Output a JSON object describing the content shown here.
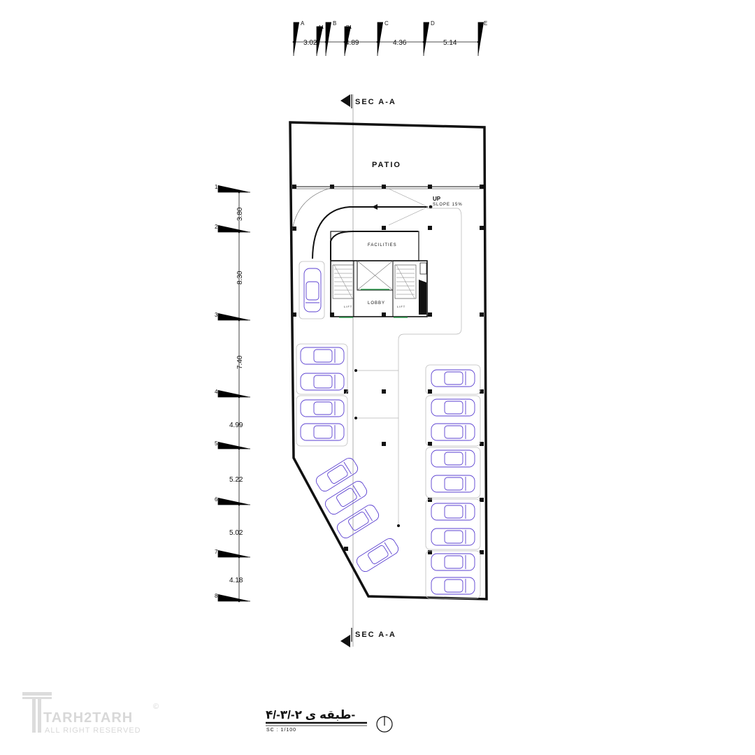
{
  "top_dimensions": {
    "grid_labels": [
      "A",
      "A1",
      "B",
      "B1",
      "C",
      "D",
      "E"
    ],
    "spans": [
      "3.02",
      "4.89",
      "4.36",
      "5.14"
    ]
  },
  "left_dimensions": {
    "grid_labels": [
      "1",
      "2",
      "3",
      "4",
      "5",
      "6",
      "7",
      "8"
    ],
    "spans": [
      "3.80",
      "8.30",
      "7.40",
      "4.99",
      "5.22",
      "5.02",
      "4.18"
    ]
  },
  "section_markers": {
    "top": "SEC A-A",
    "bottom": "SEC A-A"
  },
  "rooms": {
    "patio": "PATIO",
    "facilities": "FACILITIES",
    "lobby": "LOBBY",
    "lift_left": "LIFT",
    "lift_right": "LIFT"
  },
  "ramp": {
    "direction": "UP",
    "slope": "SLOPE 15%"
  },
  "parking": {
    "left_column_cars": 5,
    "left_angled_cars": 4,
    "right_column_cars": 9
  },
  "title_block": {
    "title": "طبقه ی ۲-/۳-/۴-",
    "scale": "SC : 1/100"
  },
  "watermark": {
    "brand": "TARH2TARH",
    "copyright": "©",
    "rights": "ALL RIGHT RESERVED"
  },
  "colors": {
    "line": "#111111",
    "cars": "#5a3fd0",
    "green_marks": "#2e9e4f",
    "watermark": "#d8d8d8"
  }
}
